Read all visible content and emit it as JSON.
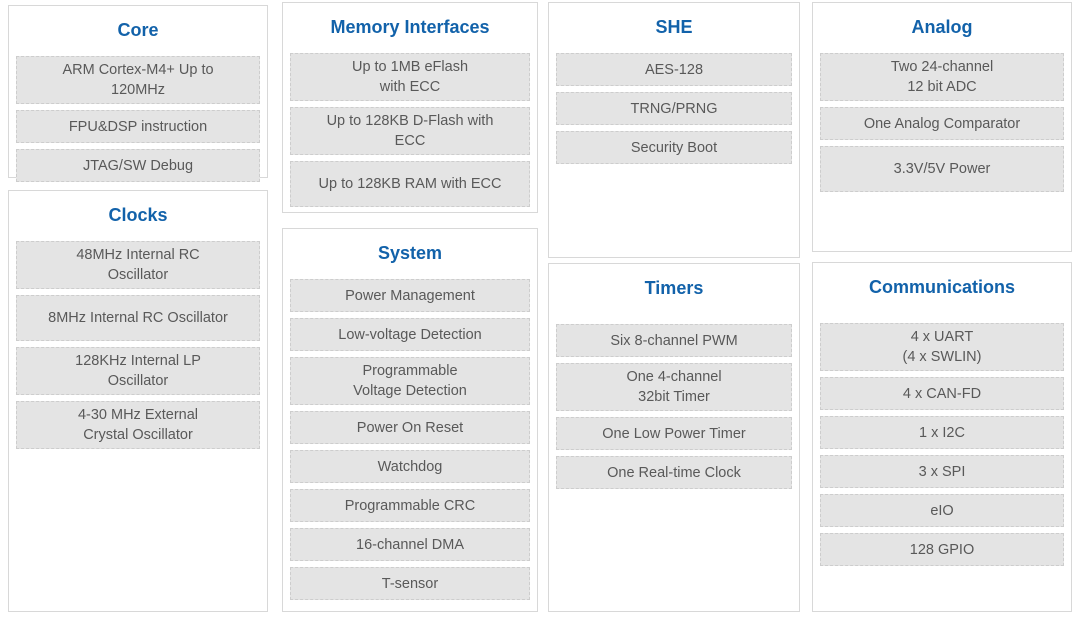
{
  "colors": {
    "title_blue": "#1262aa",
    "item_bg": "#e4e4e4",
    "item_border": "#cdcdcd",
    "item_text": "#595959",
    "box_border": "#d8d8d8"
  },
  "groups": [
    {
      "id": "core",
      "title": "Core",
      "items": [
        {
          "text": "ARM Cortex-M4+ Up to\n120MHz"
        },
        {
          "text": "FPU&DSP instruction"
        },
        {
          "text": "JTAG/SW Debug"
        }
      ]
    },
    {
      "id": "clocks",
      "title": "Clocks",
      "items": [
        {
          "text": "48MHz Internal RC\nOscillator"
        },
        {
          "text": "8MHz Internal RC Oscillator",
          "tall": true
        },
        {
          "text": "128KHz Internal LP\nOscillator"
        },
        {
          "text": "4-30 MHz External\nCrystal Oscillator"
        }
      ]
    },
    {
      "id": "memory-interfaces",
      "title": "Memory Interfaces",
      "items": [
        {
          "text": "Up to 1MB eFlash\nwith ECC"
        },
        {
          "text": "Up to 128KB D-Flash with\nECC"
        },
        {
          "text": "Up to 128KB RAM with ECC",
          "tall": true
        }
      ]
    },
    {
      "id": "system",
      "title": "System",
      "items": [
        {
          "text": "Power Management"
        },
        {
          "text": "Low-voltage Detection"
        },
        {
          "text": "Programmable\nVoltage Detection"
        },
        {
          "text": "Power On Reset"
        },
        {
          "text": "Watchdog"
        },
        {
          "text": "Programmable CRC"
        },
        {
          "text": "16-channel DMA"
        },
        {
          "text": "T-sensor"
        }
      ]
    },
    {
      "id": "she",
      "title": "SHE",
      "items": [
        {
          "text": "AES-128"
        },
        {
          "text": "TRNG/PRNG"
        },
        {
          "text": "Security Boot"
        }
      ]
    },
    {
      "id": "timers",
      "title": "Timers",
      "items": [
        {
          "text": "Six 8-channel PWM"
        },
        {
          "text": "One 4-channel\n32bit Timer"
        },
        {
          "text": "One Low Power Timer"
        },
        {
          "text": "One Real-time Clock"
        }
      ]
    },
    {
      "id": "analog",
      "title": "Analog",
      "items": [
        {
          "text": "Two 24-channel\n12 bit ADC"
        },
        {
          "text": "One Analog Comparator"
        },
        {
          "text": "3.3V/5V Power",
          "tall": true
        }
      ]
    },
    {
      "id": "communications",
      "title": "Communications",
      "items": [
        {
          "text": "4 x UART\n(4 x SWLIN)"
        },
        {
          "text": "4 x CAN-FD"
        },
        {
          "text": "1 x I2C"
        },
        {
          "text": "3 x SPI"
        },
        {
          "text": "eIO"
        },
        {
          "text": "128 GPIO"
        }
      ]
    }
  ]
}
